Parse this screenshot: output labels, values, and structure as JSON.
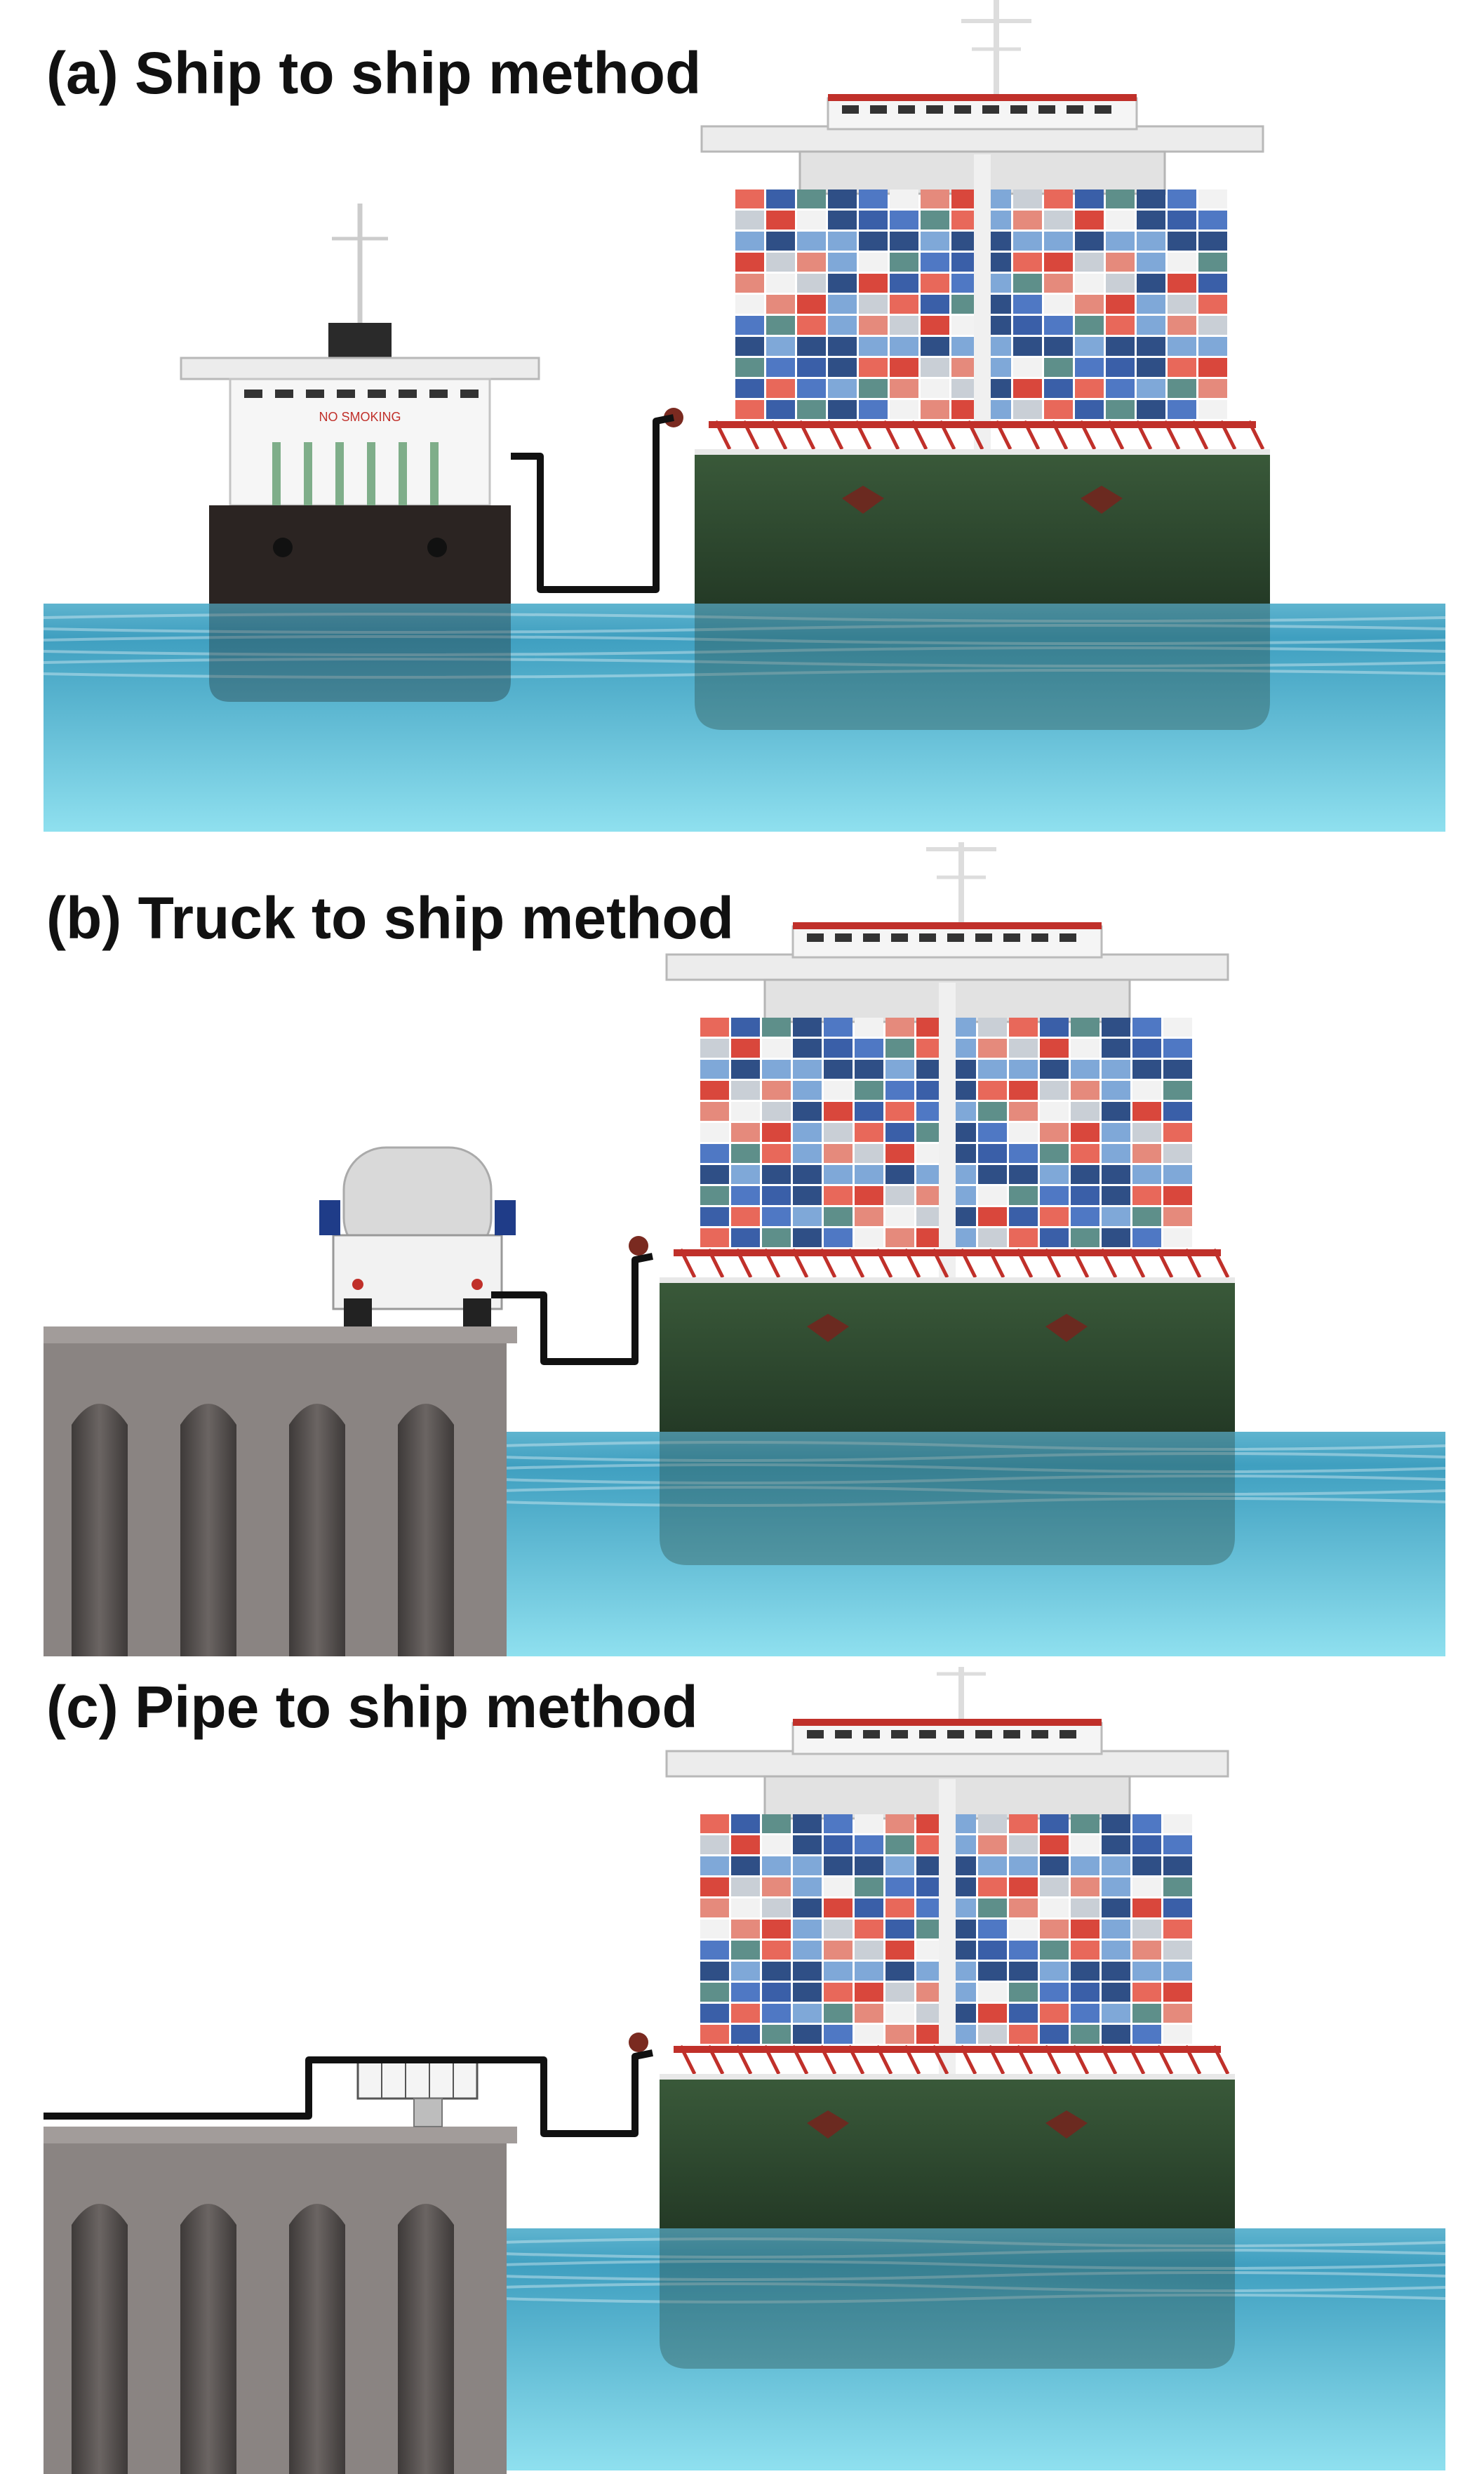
{
  "panels": [
    {
      "id": "a",
      "title": "(a) Ship to ship method"
    },
    {
      "id": "b",
      "title": "(b) Truck to ship method"
    },
    {
      "id": "c",
      "title": "(c) Pipe to ship method"
    }
  ],
  "tanker": {
    "hull_marking": "NO SMOKING"
  },
  "colors": {
    "container_hull": "#2f4a30",
    "tanker_hull": "#2b2422",
    "water_top": "#5fb4cf",
    "water_bottom": "#8fe0ef",
    "quay": "#8a8482",
    "hose": "#111111",
    "superstructure": "#ececec",
    "accent_red": "#c0302a"
  }
}
